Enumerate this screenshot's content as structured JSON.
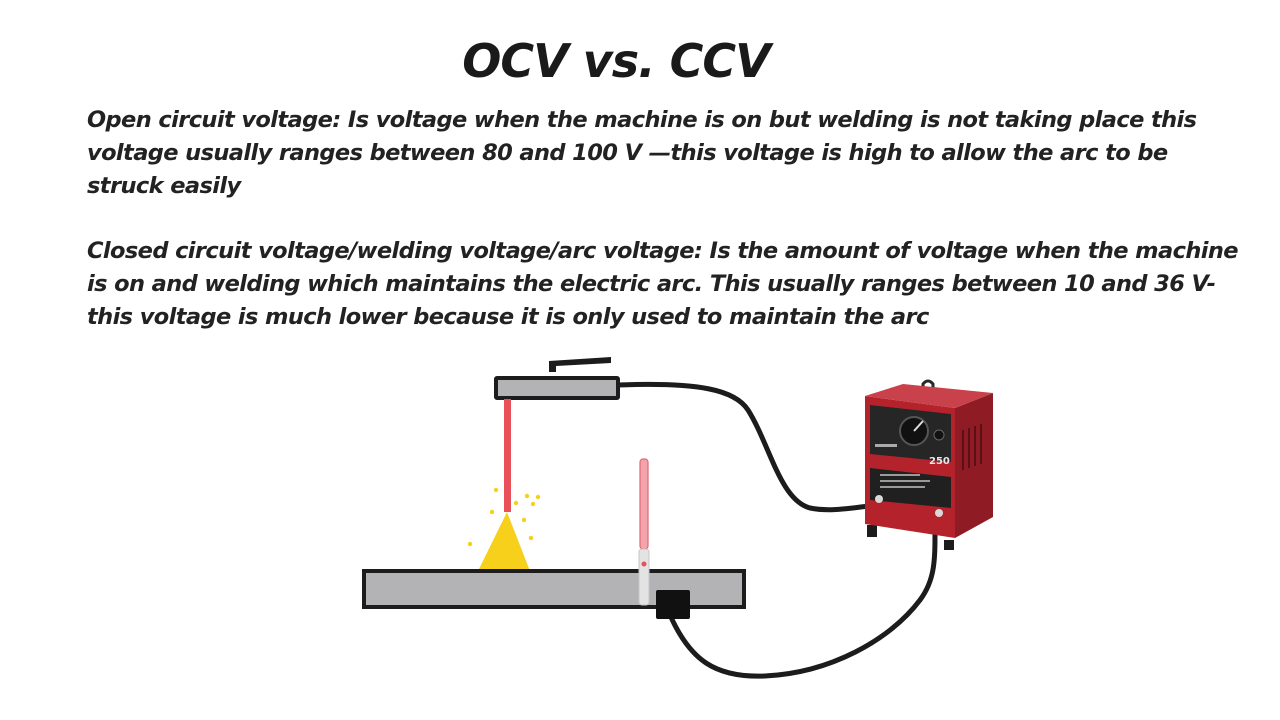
{
  "title": "OCV vs. CCV",
  "paragraphs": {
    "ocv": "Open circuit voltage: Is voltage when the machine is on but welding is not taking place this voltage usually ranges between 80 and 100 V —this voltage is high to allow the arc to be struck easily",
    "ccv": "Closed circuit voltage/welding voltage/arc voltage: Is the amount of voltage when the machine is on and welding which maintains the electric arc. This usually ranges between 10 and 36 V-this voltage is much lower because it is only used to maintain the arc"
  },
  "machine": {
    "model_label": "250"
  },
  "colors": {
    "electrode_red": "#e8515a",
    "electrode_pink": "#f2a3ab",
    "arc_yellow": "#f7d01c",
    "workpiece_gray": "#b3b3b5",
    "machine_red": "#b4232c",
    "outline": "#1c1c1c"
  }
}
